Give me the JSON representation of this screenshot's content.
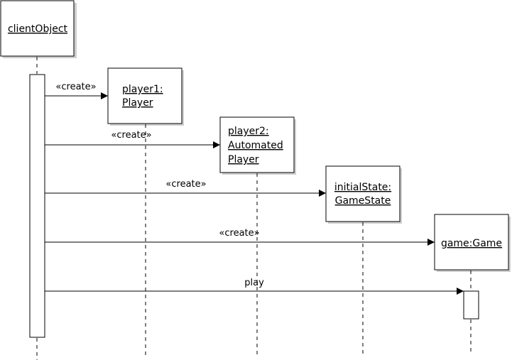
{
  "diagram": {
    "type": "uml-sequence-diagram",
    "colors": {
      "line": "#000000",
      "box_fill": "#ffffff",
      "shadow": "#cfcfcf"
    },
    "objects": {
      "client": {
        "line1": "clientObject"
      },
      "player1": {
        "line1": "player1:",
        "line2": "Player"
      },
      "player2": {
        "line1": "player2:",
        "line2": "Automated",
        "line3": "Player"
      },
      "initial_state": {
        "line1": "initialState:",
        "line2": "GameState"
      },
      "game": {
        "line1": "game:Game"
      }
    },
    "messages": {
      "create_player1": "«create»",
      "create_player2": "«create»",
      "create_initial_state": "«create»",
      "create_game": "«create»",
      "play": "play"
    }
  }
}
